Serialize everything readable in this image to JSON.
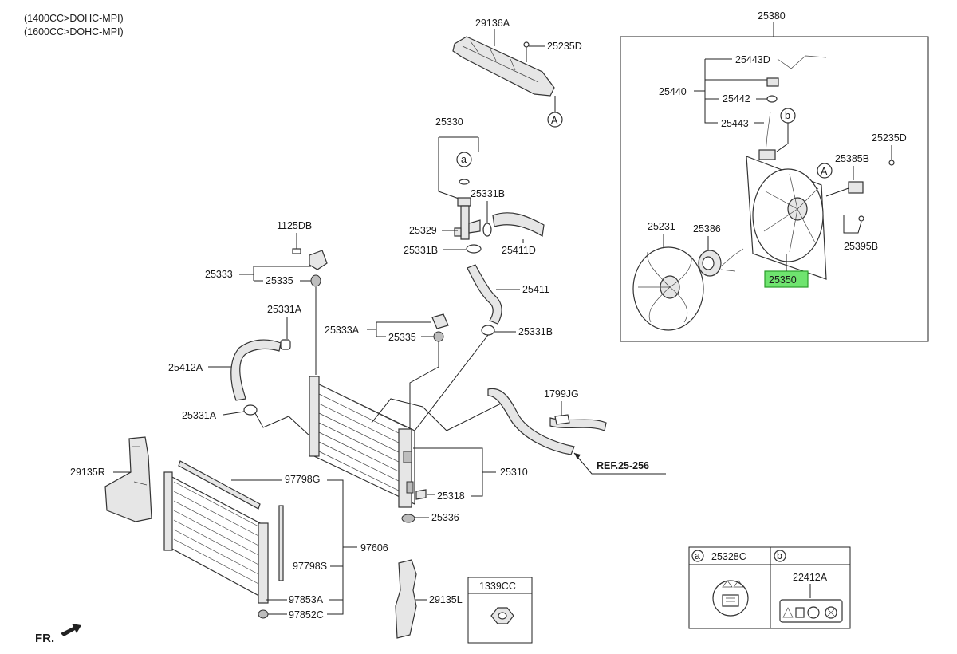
{
  "header": {
    "engine_line_1": "(1400CC>DOHC-MPI)",
    "engine_line_2": "(1600CC>DOHC-MPI)"
  },
  "labels": {
    "p29136A": "29136A",
    "p25235D_top": "25235D",
    "p25330": "25330",
    "p25331B_a": "25331B",
    "p25329": "25329",
    "p25331B_b": "25331B",
    "p25411D": "25411D",
    "p25411": "25411",
    "p25331B_c": "25331B",
    "p1125DB": "1125DB",
    "p25333": "25333",
    "p25335_a": "25335",
    "p25331A_a": "25331A",
    "p25333A": "25333A",
    "p25335_b": "25335",
    "p25412A": "25412A",
    "p25331A_b": "25331A",
    "p1799JG": "1799JG",
    "p25310": "25310",
    "p25318": "25318",
    "p25336": "25336",
    "p29135R": "29135R",
    "p97798G": "97798G",
    "p97606": "97606",
    "p97798S": "97798S",
    "p97853A": "97853A",
    "p97852C": "97852C",
    "p29135L": "29135L",
    "p1339CC": "1339CC",
    "p25380": "25380",
    "p25443D": "25443D",
    "p25440": "25440",
    "p25442": "25442",
    "p25443": "25443",
    "p25235D_fan": "25235D",
    "p25385B": "25385B",
    "p25231": "25231",
    "p25386": "25386",
    "p25395B": "25395B",
    "p25350": "25350",
    "callout_a": "a",
    "callout_b": "b",
    "callout_A": "A",
    "p25328C": "25328C",
    "p22412A": "22412A"
  },
  "reference": "REF.25-256",
  "front_marker": "FR.",
  "highlight_color": "#6fe46f",
  "highlight_part": "25350"
}
